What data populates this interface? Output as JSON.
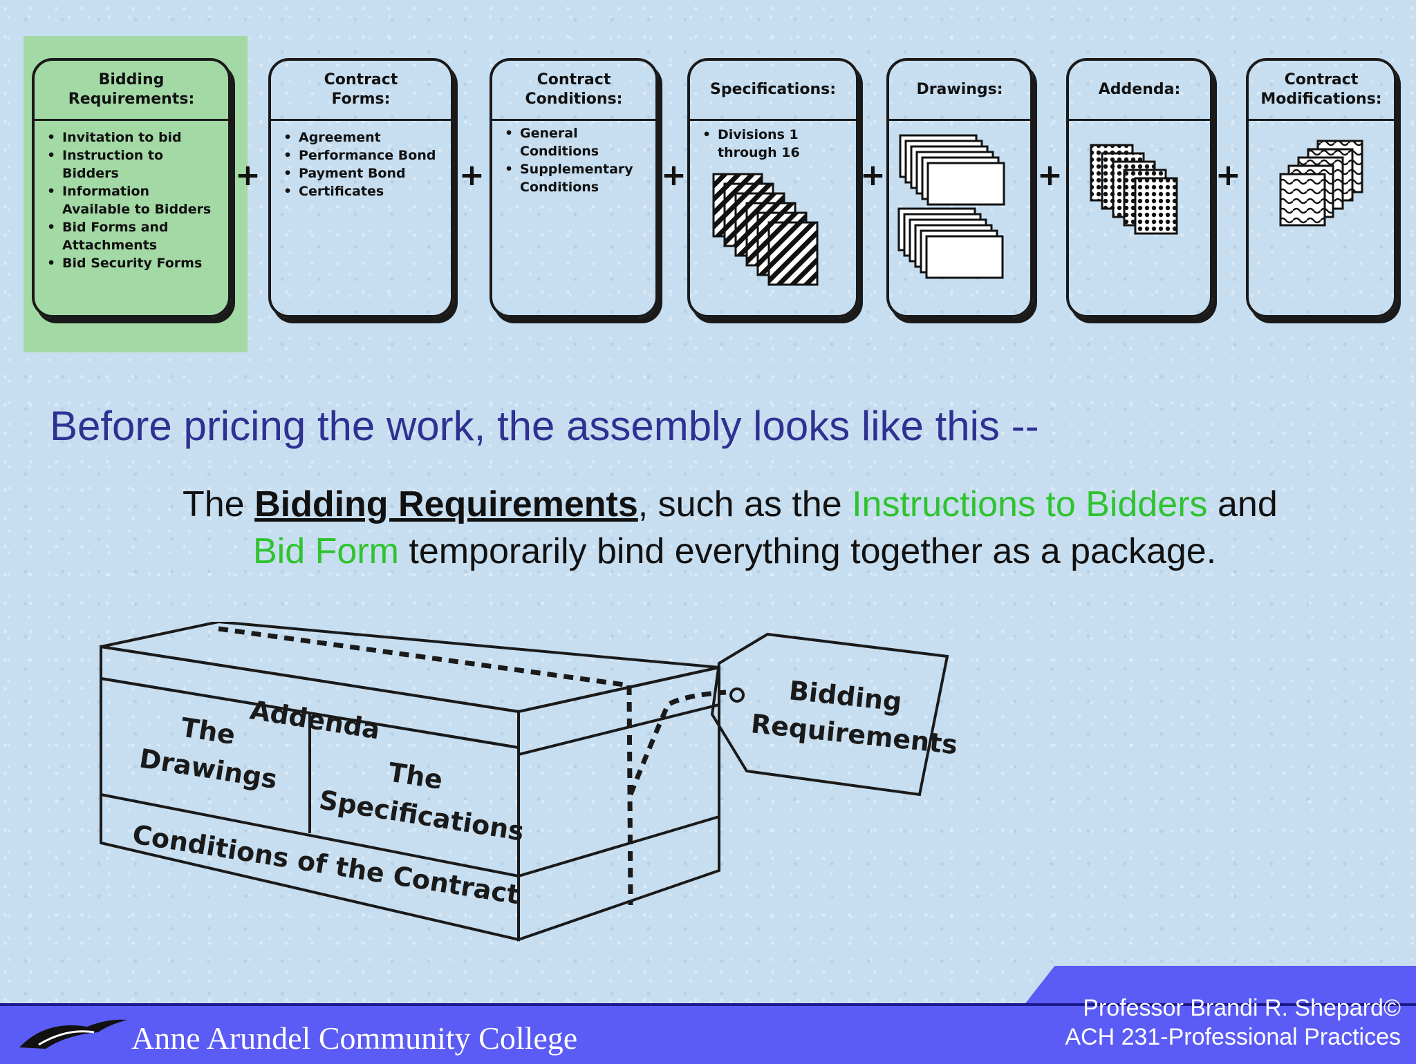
{
  "cards": [
    {
      "title": "Bidding\nRequirements:",
      "items": [
        "Invitation to bid",
        "Instruction to\nBidders",
        "Information\nAvailable to Bidders",
        "Bid Forms and\nAttachments",
        "Bid Security Forms"
      ]
    },
    {
      "title": "Contract\nForms:",
      "items": [
        "Agreement",
        "Performance Bond",
        "Payment Bond",
        "Certificates"
      ]
    },
    {
      "title": "Contract\nConditions:",
      "items": [
        "General\nConditions",
        "Supplementary\nConditions"
      ]
    },
    {
      "title": "Specifications:",
      "items": [
        "Divisions 1\nthrough 16"
      ],
      "icon": "striped-sheets-icon"
    },
    {
      "title": "Drawings:",
      "items": [],
      "icon": "drawing-sheets-icon"
    },
    {
      "title": "Addenda:",
      "items": [],
      "icon": "dotted-sheets-icon"
    },
    {
      "title": "Contract\nModifications:",
      "items": [],
      "icon": "wavy-sheets-icon"
    }
  ],
  "plus_symbol": "+",
  "heading": "Before pricing the work, the assembly looks like this --",
  "body": {
    "part1": "The ",
    "bold": "Bidding Requirements",
    "part2": ", such as the ",
    "green1": "Instructions to Bidders",
    "part3": " and",
    "green2": "Bid Form",
    "part4": " temporarily bind everything together as a package."
  },
  "box_diagram": {
    "addenda": "Addenda",
    "drawings": "The\nDrawings",
    "specifications": "The\nSpecifications",
    "conditions": "Conditions of the Contract",
    "tag": "Bidding\nRequirements"
  },
  "footer": {
    "college": "Anne Arundel Community College",
    "professor": "Professor Brandi R. Shepard©",
    "course": "ACH 231-Professional Practices"
  },
  "colors": {
    "heading": "#2e3192",
    "highlight_green": "#2fc32f",
    "footer_blue": "#5b5bf5",
    "green_panel": "#a3d9a5"
  }
}
